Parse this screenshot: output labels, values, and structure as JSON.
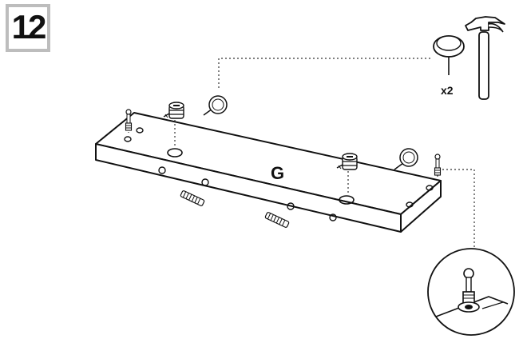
{
  "step": {
    "number": "12"
  },
  "panel": {
    "label": "G"
  },
  "tools": {
    "quantity": "x2",
    "icons": [
      "felt-pad-nail-icon",
      "hammer-icon"
    ]
  },
  "colors": {
    "line": "#111111",
    "dotted": "#333333",
    "frame": "#bdbdbd"
  }
}
